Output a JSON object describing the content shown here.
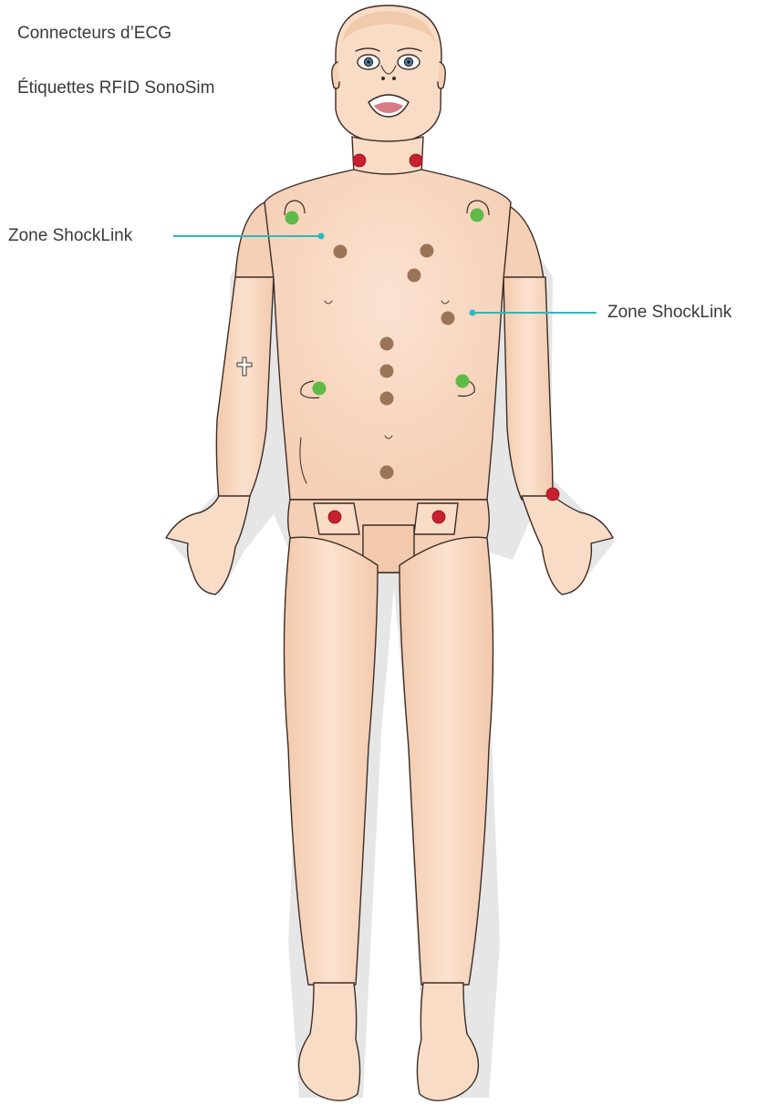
{
  "legend": {
    "ecg_label": "Connecteurs d’ECG",
    "rfid_label": "Étiquettes RFID SonoSim"
  },
  "annotations": {
    "left_zone_label": "Zone ShockLink",
    "right_zone_label": "Zone ShockLink"
  },
  "colors": {
    "ecg_connector": "#c8202f",
    "rfid_tag": "#9b7457",
    "shocklink_zone": "#5fba47",
    "leader_line": "#2fb8bd",
    "skin": "#f9d9c2",
    "skin_shadow": "#f1c3a6",
    "outline": "#3b2d26"
  }
}
